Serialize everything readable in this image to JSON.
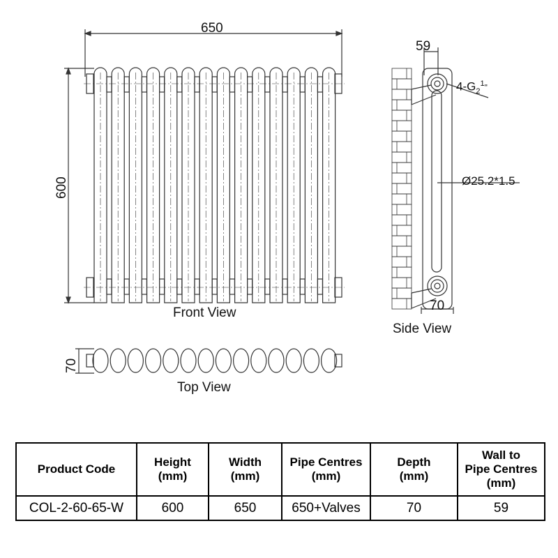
{
  "dimensions": {
    "width": "650",
    "height": "600",
    "side_depth_top": "59",
    "thread": "4-G",
    "thread_fraction_num": "1",
    "thread_fraction_den": "2",
    "thread_inch": "\"",
    "tube": "Ø25.2*1.5",
    "side_depth_bottom": "70",
    "top_depth": "70"
  },
  "views": {
    "front": "Front View",
    "side": "Side View",
    "top": "Top View"
  },
  "table": {
    "headers": [
      "Product Code",
      "Height\n(mm)",
      "Width\n(mm)",
      "Pipe Centres\n(mm)",
      "Depth\n(mm)",
      "Wall to\nPipe Centres\n(mm)"
    ],
    "rows": [
      [
        "COL-2-60-65-W",
        "600",
        "650",
        "650+Valves",
        "70",
        "59"
      ]
    ]
  }
}
